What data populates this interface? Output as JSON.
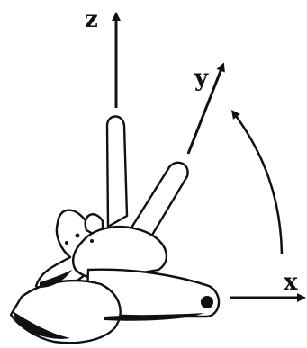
{
  "diagram": {
    "axes": [
      {
        "id": "z",
        "label": "z"
      },
      {
        "id": "y",
        "label": "y"
      },
      {
        "id": "x",
        "label": "x"
      }
    ],
    "rotation_arrow": {
      "from": "x",
      "to": "y"
    },
    "ink_color": "#111111",
    "background_color": "#ffffff"
  }
}
